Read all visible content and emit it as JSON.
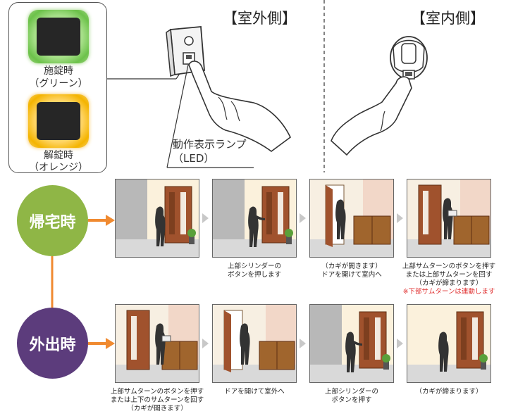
{
  "legend": {
    "locked_label": "施錠時",
    "locked_color": "（グリーン）",
    "unlocked_label": "解錠時",
    "unlocked_color": "（オレンジ）"
  },
  "diagram": {
    "outside_title": "【室外側】",
    "inside_title": "【室内側】",
    "lamp_callout_line1": "動作表示ランプ",
    "lamp_callout_line2": "（LED）"
  },
  "flows": {
    "return_home": {
      "label": "帰宅時",
      "steps": [
        {
          "lines": []
        },
        {
          "lines": [
            "上部シリンダーの",
            "ボタンを押します"
          ]
        },
        {
          "lines": [
            "（カギが開きます）",
            "ドアを開けて室内へ"
          ]
        },
        {
          "lines": [
            "上部サムターンのボタンを押す",
            "または上部サムターンを回す",
            "（カギが締まります）"
          ],
          "note": "※下部サムターンは連動します"
        }
      ]
    },
    "go_out": {
      "label": "外出時",
      "steps": [
        {
          "lines": [
            "上部サムターンのボタンを押す",
            "または上下のサムターンを回す",
            "（カギが開きます）"
          ]
        },
        {
          "lines": [
            "ドアを開けて室外へ"
          ]
        },
        {
          "lines": [
            "上部シリンダーの",
            "ボタンを押す"
          ]
        },
        {
          "lines": [
            "（カギが締まります）"
          ]
        }
      ]
    }
  },
  "colors": {
    "home_circle": "#8fb646",
    "out_circle": "#5c3c7c",
    "arrow": "#f08a30",
    "lamp_green": "#6cc24a",
    "lamp_orange": "#f4b400",
    "note_red": "#e03030"
  }
}
